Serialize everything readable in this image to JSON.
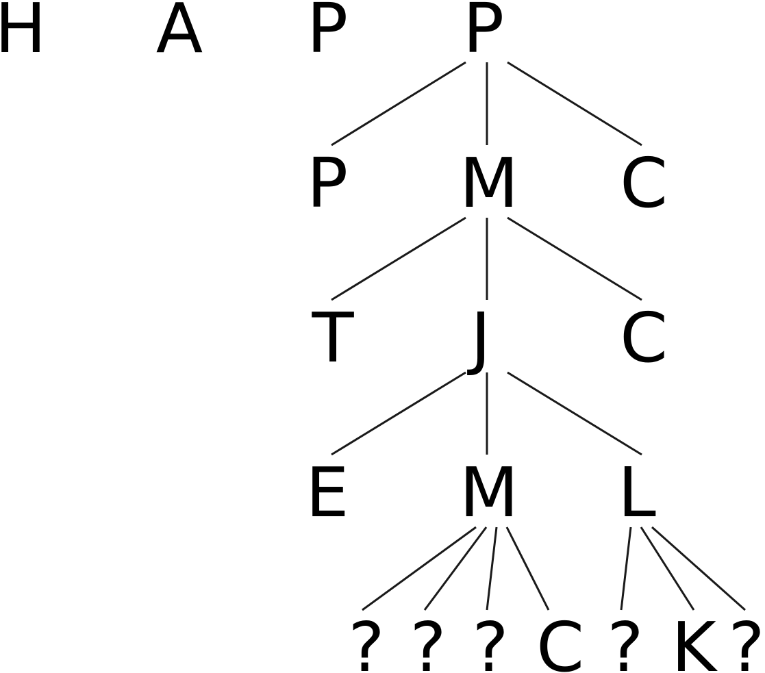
{
  "diagram": {
    "top_row": [
      "H",
      "A",
      "P"
    ],
    "root": "P",
    "level1": [
      "P",
      "M",
      "C"
    ],
    "level2": [
      "T",
      "J",
      "C"
    ],
    "level3": [
      "E",
      "M",
      "L"
    ],
    "level4": [
      "?",
      "?",
      "?",
      "C",
      "?",
      "K",
      "?"
    ]
  },
  "colors": {
    "text": "#000000",
    "edge": "#1a1a1a",
    "background": "#ffffff"
  }
}
